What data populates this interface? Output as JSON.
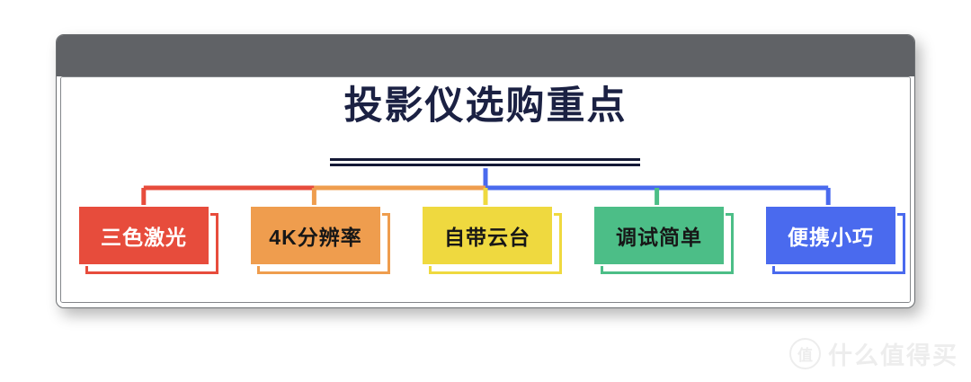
{
  "window": {
    "titlebar_color": "#606266",
    "body_color": "#ffffff"
  },
  "slide": {
    "title": "投影仪选购重点",
    "title_color": "#1b2143",
    "rule_color": "#141936",
    "background": "#ffffff"
  },
  "chart_data": {
    "type": "diagram",
    "subtype": "horizontal-tree-mindmap",
    "title": "投影仪选购重点",
    "root_label": "投影仪选购重点",
    "branch_count": 5,
    "layout": "single root with double underline rule, one horizontal trunk splitting into five vertical drops feeding five leaf boxes",
    "trunk": {
      "left_segment_color": "#e74c3c",
      "mid_segment_color": "#ef9d4e",
      "right_segment_color": "#4a6aee",
      "center_stub_color": "#4a6aee"
    },
    "nodes": [
      {
        "index": 1,
        "label": "三色激光",
        "fill": "#e74c3c",
        "text_color": "#ffffff",
        "frame_color": "#e74c3c",
        "connector_color": "#e74c3c"
      },
      {
        "index": 2,
        "label": "4K分辨率",
        "fill": "#ef9d4e",
        "text_color": "#171717",
        "frame_color": "#ef9d4e",
        "connector_color": "#ef9d4e"
      },
      {
        "index": 3,
        "label": "自带云台",
        "fill": "#efd93f",
        "text_color": "#171717",
        "frame_color": "#efd93f",
        "connector_color": "#efd93f"
      },
      {
        "index": 4,
        "label": "调试简单",
        "fill": "#4cbe87",
        "text_color": "#171717",
        "frame_color": "#4cbe87",
        "connector_color": "#4cbe87"
      },
      {
        "index": 5,
        "label": "便携小巧",
        "fill": "#4a6aee",
        "text_color": "#ffffff",
        "frame_color": "#4a6aee",
        "connector_color": "#4a6aee"
      }
    ]
  },
  "watermark": {
    "badge": "值",
    "text": "什么值得买",
    "color": "#dcdcdc"
  }
}
